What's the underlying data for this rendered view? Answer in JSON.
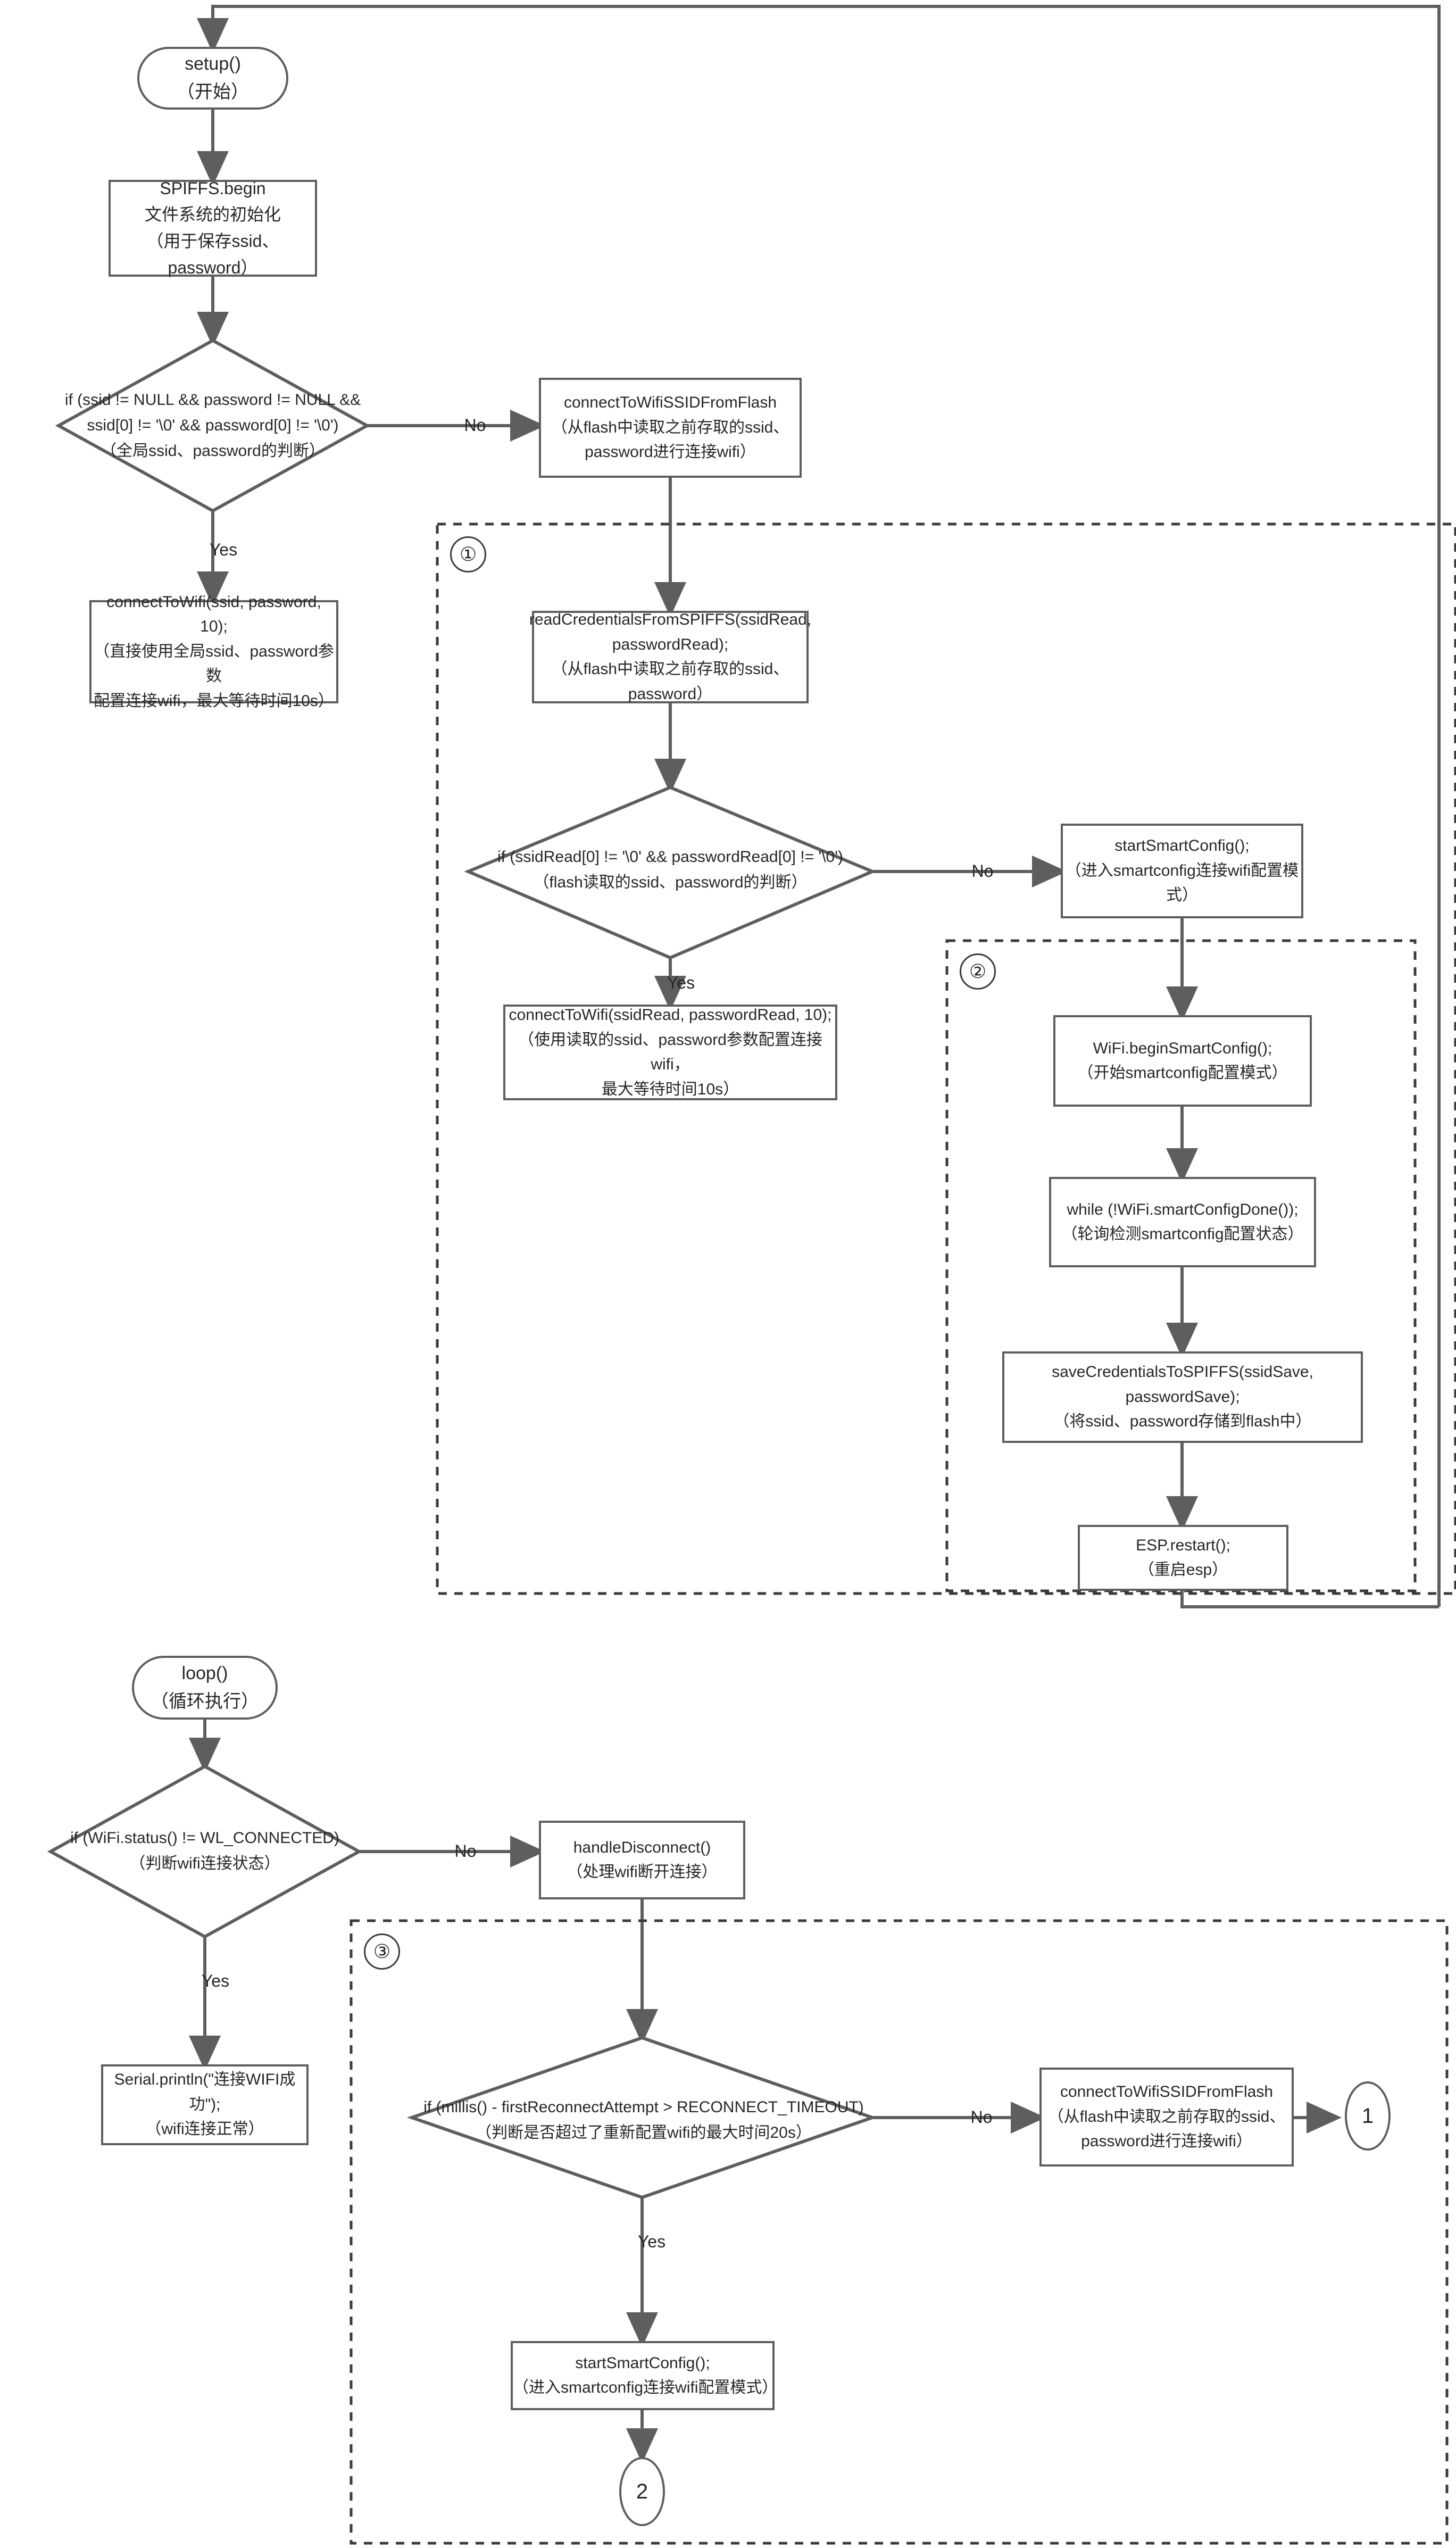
{
  "diagram": {
    "title": "ESP WiFi SmartConfig flowchart",
    "colors": {
      "stroke": "#5e5e5e",
      "dashed_group": "#3a3a3a",
      "text": "#262626",
      "background": "#ffffff"
    },
    "edge_labels": {
      "yes": "Yes",
      "no": "No"
    }
  },
  "nodes": {
    "setup_start": {
      "line1": "setup()",
      "line2": "（开始）"
    },
    "spiffs_begin": {
      "line1": "SPIFFS.begin",
      "line2": "文件系统的初始化",
      "line3": "（用于保存ssid、password）"
    },
    "decision_global_creds": {
      "line1": "if (ssid != NULL && password != NULL &&",
      "line2": "ssid[0] != '\\0' && password[0] != '\\0')",
      "line3": "（全局ssid、password的判断）"
    },
    "connect_global": {
      "line1": "connectToWifi(ssid, password, 10);",
      "line2": "（直接使用全局ssid、password参数",
      "line3": "配置连接wifi，最大等待时间10s）"
    },
    "connect_from_flash_top": {
      "line1": "connectToWifiSSIDFromFlash",
      "line2": "（从flash中读取之前存取的ssid、",
      "line3": "password进行连接wifi）"
    },
    "read_credentials": {
      "line1": "readCredentialsFromSPIFFS(ssidRead,",
      "line2": "passwordRead);",
      "line3": "（从flash中读取之前存取的ssid、password）"
    },
    "decision_flash_creds": {
      "line1": "if (ssidRead[0] != '\\0' && passwordRead[0] != '\\0')",
      "line2": "（flash读取的ssid、password的判断）"
    },
    "connect_read": {
      "line1": "connectToWifi(ssidRead, passwordRead, 10);",
      "line2": "（使用读取的ssid、password参数配置连接wifi，",
      "line3": "最大等待时间10s）"
    },
    "start_smartconfig_top": {
      "line1": "startSmartConfig();",
      "line2": "（进入smartconfig连接wifi配置模式）"
    },
    "begin_smartconfig": {
      "line1": "WiFi.beginSmartConfig();",
      "line2": "（开始smartconfig配置模式）"
    },
    "while_smartconfig_done": {
      "line1": "while (!WiFi.smartConfigDone());",
      "line2": "（轮询检测smartconfig配置状态）"
    },
    "save_credentials": {
      "line1": "saveCredentialsToSPIFFS(ssidSave, passwordSave);",
      "line2": "（将ssid、password存储到flash中）"
    },
    "esp_restart": {
      "line1": "ESP.restart();",
      "line2": "（重启esp）"
    },
    "loop_start": {
      "line1": "loop()",
      "line2": "（循环执行）"
    },
    "decision_wifi_status": {
      "line1": "if (WiFi.status() != WL_CONNECTED)",
      "line2": "（判断wifi连接状态）"
    },
    "serial_println_ok": {
      "line1": "Serial.println(\"连接WIFI成功\");",
      "line2": "（wifi连接正常）"
    },
    "handle_disconnect": {
      "line1": "handleDisconnect()",
      "line2": "（处理wifi断开连接）"
    },
    "decision_reconnect_timeout": {
      "line1": "if (millis() - firstReconnectAttempt > RECONNECT_TIMEOUT)",
      "line2": "（判断是否超过了重新配置wifi的最大时间20s）"
    },
    "connect_from_flash_bottom": {
      "line1": "connectToWifiSSIDFromFlash",
      "line2": "（从flash中读取之前存取的ssid、",
      "line3": "password进行连接wifi）"
    },
    "start_smartconfig_bottom": {
      "line1": "startSmartConfig();",
      "line2": "（进入smartconfig连接wifi配置模式）"
    },
    "connector_one_right": {
      "label": "1"
    },
    "connector_two_bottom": {
      "label": "2"
    }
  },
  "groups": {
    "group_one": {
      "label": "①"
    },
    "group_two": {
      "label": "②"
    },
    "group_three": {
      "label": "③"
    }
  }
}
